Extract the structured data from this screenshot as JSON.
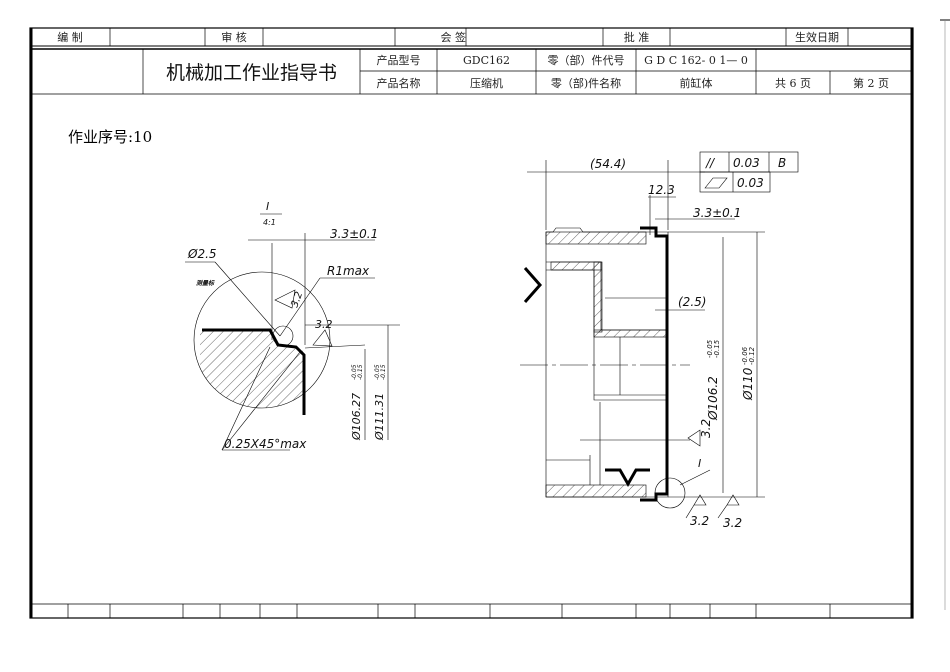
{
  "header_row1": {
    "compiled_label": "编 制",
    "review_label": "审 核",
    "countersign_label": "会 签",
    "approve_label": "批 准",
    "effective_date_label": "生效日期"
  },
  "header_row2": {
    "doc_title": "机械加工作业指导书",
    "product_model_label": "产品型号",
    "product_model_value": "GDC162",
    "part_code_label": "零（部）件代号",
    "part_code_value": "G D C 162- 0  1— 0",
    "product_name_label": "产品名称",
    "product_name_value": "压缩机",
    "part_name_label": "零（部)件名称",
    "part_name_value": "前缸体",
    "total_pages": "共 6 页",
    "current_page": "第 2 页"
  },
  "operation_seq": "作业序号:10",
  "detail_view": {
    "label": "I",
    "scale": "4:1",
    "dim_offset": "3.3±0.1",
    "dim_hole": "Ø2.5",
    "note": "测量标",
    "radius": "R1max",
    "roughness_a": "3.2",
    "roughness_b": "3.2",
    "chamfer": "0.25X45°max",
    "dia_inner": "Ø106.27",
    "dia_inner_tol_upper": "-0.05",
    "dia_inner_tol_lower": "-0.15",
    "dia_outer": "Ø111.31",
    "dia_outer_tol_upper": "-0.05",
    "dia_outer_tol_lower": "-0.15"
  },
  "main_view": {
    "dim_length": "(54.4)",
    "dim_step": "12.3",
    "dim_offset": "3.3±0.1",
    "dim_gap": "(2.5)",
    "gdt_parallel_symbol": "//",
    "gdt_parallel_value": "0.03",
    "gdt_datum": "B",
    "gdt_flatness_value": "0.03",
    "dia_face": "Ø106.2",
    "dia_face_tol_upper": "-0.05",
    "dia_face_tol_lower": "-0.15",
    "dia_outer": "Ø110",
    "dia_outer_tol_upper": "-0.06",
    "dia_outer_tol_lower": "-0.12",
    "roughness_face": "3.2",
    "roughness_bottom_a": "3.2",
    "roughness_bottom_b": "3.2",
    "detail_ref": "I"
  }
}
